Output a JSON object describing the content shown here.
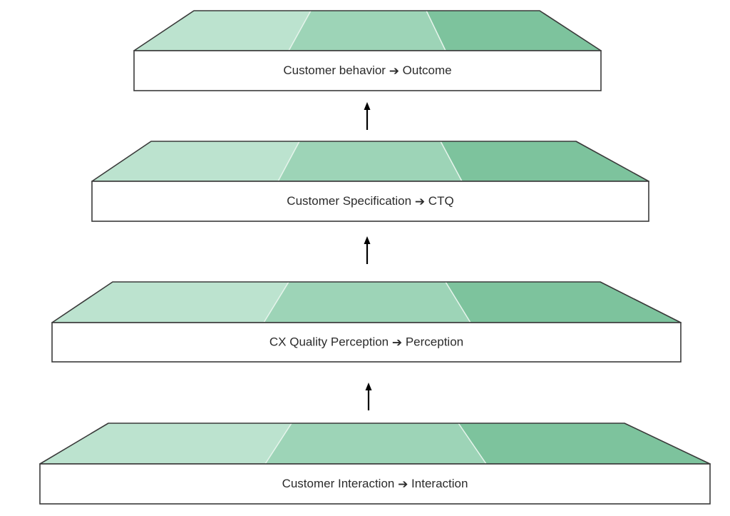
{
  "colors": {
    "segment_light": "#bce3cf",
    "segment_mid": "#9dd4b7",
    "segment_dark": "#7dc39d",
    "outline": "#3a3a3a",
    "box_fill": "#ffffff",
    "arrow": "#000000"
  },
  "layers": [
    {
      "name": "Customer behavior",
      "result": "Outcome",
      "arrow_glyph": "➔"
    },
    {
      "name": "Customer Specification",
      "result": "CTQ",
      "arrow_glyph": "➔"
    },
    {
      "name": "CX Quality Perception",
      "result": "Perception",
      "arrow_glyph": "➔"
    },
    {
      "name": "Customer Interaction",
      "result": "Interaction",
      "arrow_glyph": "➔"
    }
  ],
  "connectors": [
    "up-arrow",
    "up-arrow",
    "up-arrow"
  ]
}
